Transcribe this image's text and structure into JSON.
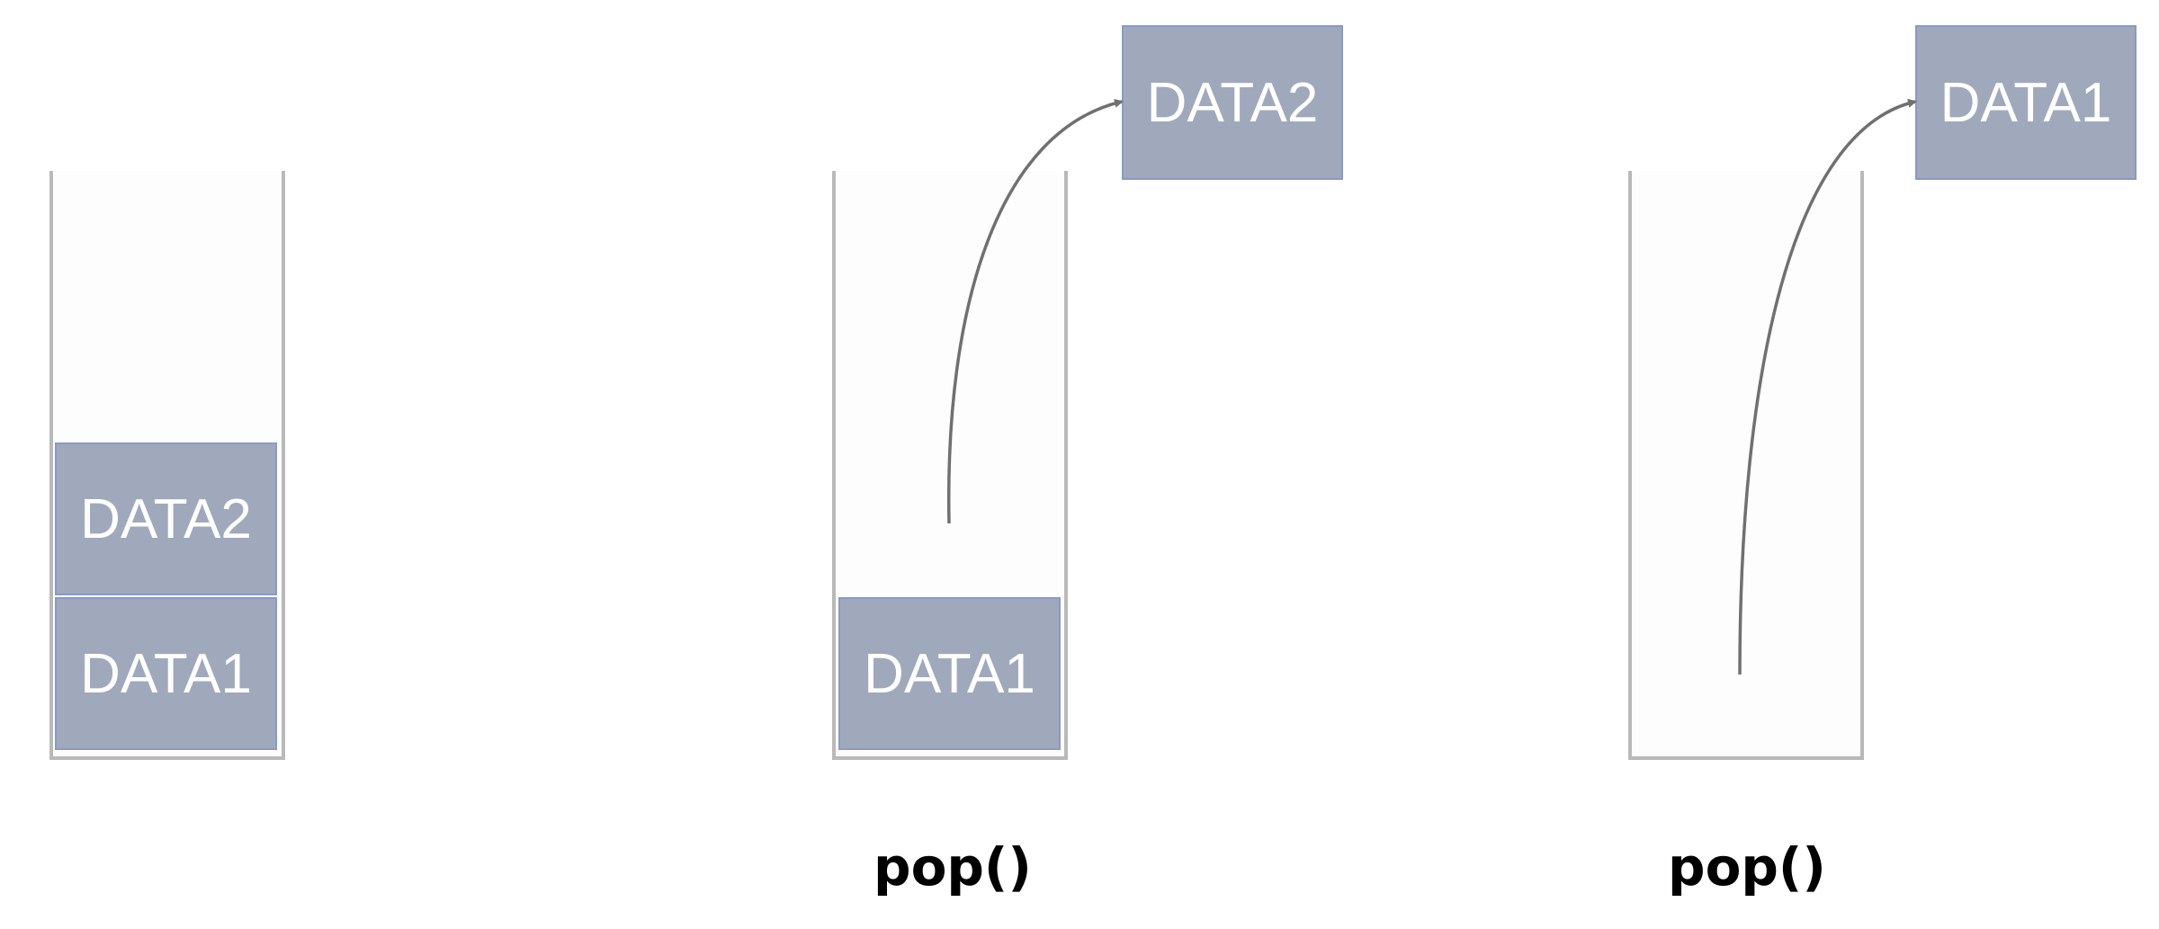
{
  "stacks": [
    {
      "blocks": [
        "DATA2",
        "DATA1"
      ]
    },
    {
      "blocks": [
        "DATA1"
      ],
      "popped": "DATA2",
      "operation": "pop()"
    },
    {
      "blocks": [],
      "popped": "DATA1",
      "operation": "pop()"
    }
  ],
  "colors": {
    "block_fill": "#a0a9bc",
    "block_border": "#8a9ac4",
    "container_line": "#b9b9b9",
    "arrow": "#707070"
  }
}
